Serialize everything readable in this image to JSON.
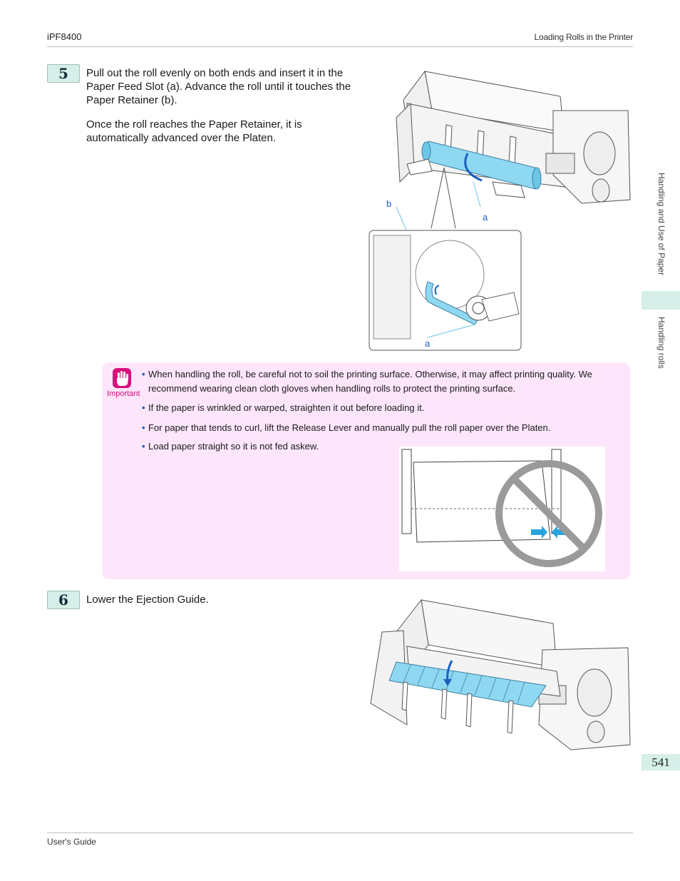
{
  "header": {
    "left": "iPF8400",
    "right": "Loading Rolls in the Printer"
  },
  "side_tabs": {
    "section": "Handling and Use of Paper",
    "subsection": "Handling rolls"
  },
  "step5": {
    "number": "5",
    "para1": "Pull out the roll evenly on both ends and insert it in the Paper Feed Slot (a). Advance the roll until it touches the Paper Retainer (b).",
    "para2": "Once the roll reaches the Paper Retainer, it is automatically advanced over the Platen.",
    "callouts": {
      "b": "b",
      "a_top": "a",
      "a_bottom": "a"
    }
  },
  "important": {
    "label": "Important",
    "bullets": [
      "When handling the roll, be careful not to soil the printing surface. Otherwise, it may affect printing quality. We recommend wearing clean cloth gloves when handling rolls to protect the printing surface.",
      "If the paper is wrinkled or warped, straighten it out before loading it.",
      "For paper that tends to curl, lift the Release Lever and manually pull the roll paper over the Platen.",
      "Load paper straight so it is not fed askew."
    ]
  },
  "step6": {
    "number": "6",
    "text": "Lower the Ejection Guide."
  },
  "page_number": "541",
  "footer": {
    "left": "User's Guide"
  },
  "colors": {
    "accent_green": "#d6efe8",
    "important_bg": "#fde6fb",
    "important_icon": "#d60f7c",
    "highlight_blue": "#7fd3f0"
  }
}
